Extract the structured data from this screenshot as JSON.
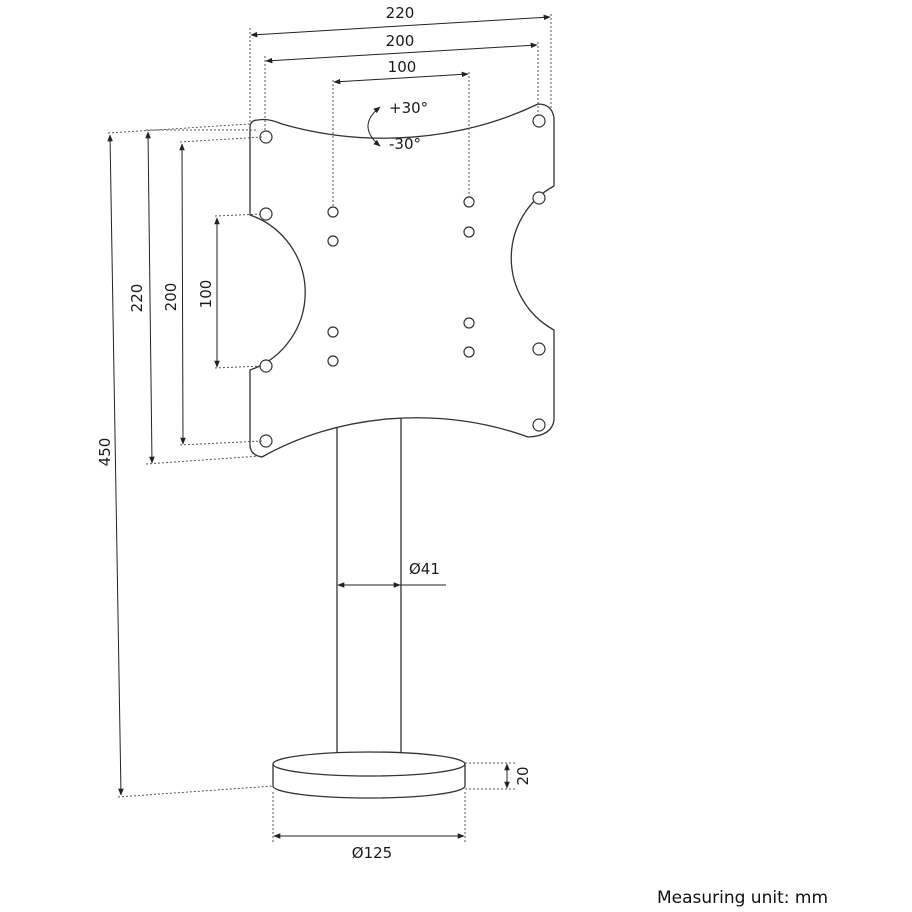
{
  "dimensions": {
    "top_220": "220",
    "top_200": "200",
    "top_100": "100",
    "left_220": "220",
    "left_200": "200",
    "left_100": "100",
    "height_450": "450",
    "pole_diameter": "Ø41",
    "base_height": "20",
    "base_diameter": "Ø125"
  },
  "tilt": {
    "up": "+30°",
    "down": "-30°"
  },
  "unit_note": "Measuring unit: mm"
}
